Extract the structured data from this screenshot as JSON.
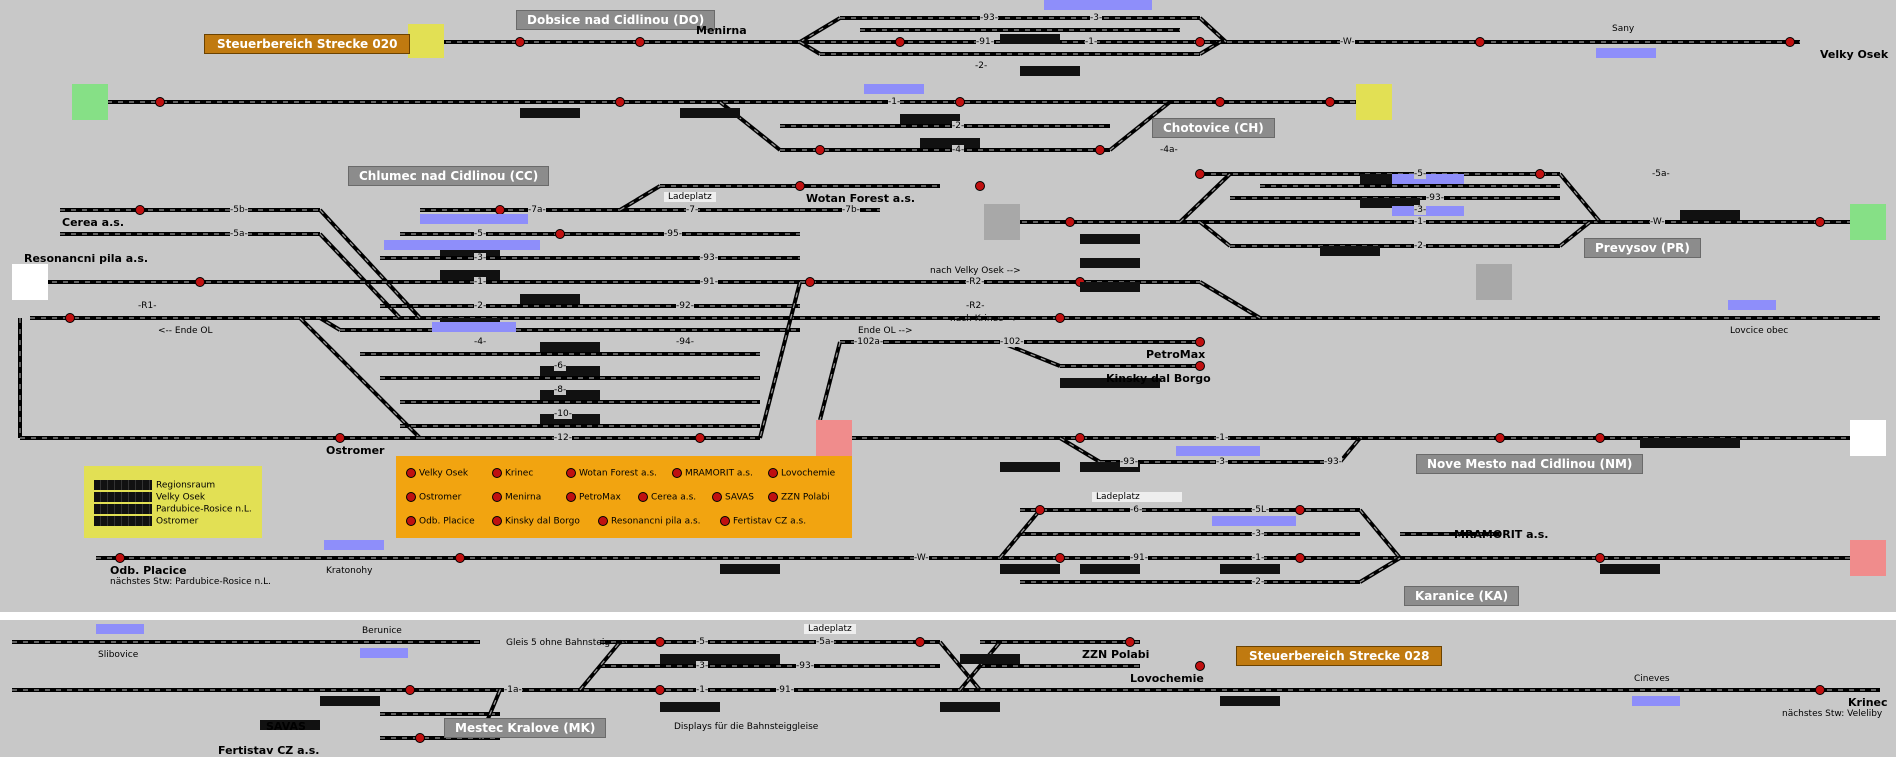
{
  "colors": {
    "background": "#c8c8c8",
    "track": "#000000",
    "signal": "#c01010",
    "block": "#8e8efa",
    "occupied": "#f08c8c",
    "station_box": "#8c8c8c",
    "area_box": "#c07a10",
    "legend": "#e2e054",
    "orange": "#f2a410"
  },
  "areas": {
    "a020": "Steuerbereich Strecke 020",
    "a028": "Steuerbereich Strecke 028"
  },
  "stations": {
    "do": "Dobsice nad Cidlinou (DO)",
    "ch": "Chotovice (CH)",
    "cc": "Chlumec nad Cidlinou (CC)",
    "pr": "Prevysov (PR)",
    "nm": "Nove Mesto nad Cidlinou (NM)",
    "ka": "Karanice (KA)",
    "mk": "Mestec Kralove (MK)"
  },
  "places": {
    "menirna": "Menirna",
    "velky_osek": "Velky Osek",
    "sany": "Sany",
    "cerea": "Cerea a.s.",
    "resonancni": "Resonancni pila a.s.",
    "wotan": "Wotan Forest a.s.",
    "ladeplatz1": "Ladeplatz",
    "ladeplatz2": "Ladeplatz",
    "ladeplatz3": "Ladeplatz",
    "petromax": "PetroMax",
    "kinsky": "Kinsky dal Borgo",
    "ostromer": "Ostromer",
    "mramorit": "MRAMORIT a.s.",
    "odb_placice": "Odb. Placice",
    "next_pardubice": "nächstes Stw: Pardubice-Rosice n.L.",
    "kratonohy": "Kratonohy",
    "lovcice": "Lovcice obec",
    "zzn": "ZZN Polabi",
    "lovochemie": "Lovochemie",
    "savas": "SAVAS",
    "fertistav": "Fertistav CZ a.s.",
    "krinec": "Krinec",
    "next_veleliby": "nächstes Stw: Veleliby",
    "cineves": "Cineves",
    "slibovice": "Slibovice",
    "berunice": "Berunice"
  },
  "notes": {
    "ende_ol_left": "<-- Ende OL",
    "ende_ol_right": "Ende OL -->",
    "nach_velky": "nach Velky Osek -->",
    "nach_krinec": "nach Krinec -->",
    "gleis5": "Gleis 5 ohne Bahnsteig -->",
    "displays": "Displays für die Bahnsteiggleise"
  },
  "legend": [
    "Regionsraum",
    "Velky Osek",
    "Pardubice-Rosice n.L.",
    "Ostromer"
  ],
  "orange_list": [
    "Velky Osek",
    "Krinec",
    "Wotan Forest a.s.",
    "MRAMORIT a.s.",
    "Lovochemie",
    "Ostromer",
    "Menirna",
    "PetroMax",
    "Cerea a.s.",
    "SAVAS",
    "ZZN Polabi",
    "Odb. Placice",
    "Kinsky dal Borgo",
    "Resonancni pila a.s.",
    "Fertistav CZ a.s."
  ],
  "track_labels": {
    "t1": "-93-",
    "t2": "-3-",
    "t3": "-91-",
    "t4": "-1-",
    "t5": "-2-",
    "t6": "-W-",
    "t7": "-1-",
    "t8": "-2-",
    "t9": "-4-",
    "t10": "-4a-",
    "t11": "-7a-",
    "t12": "-7-",
    "t13": "-7b-",
    "t14": "-5b-",
    "t15": "-5a-",
    "t16": "-95-",
    "t17": "-5-",
    "t18": "-93-",
    "t19": "-3-",
    "t20": "-91-",
    "t21": "-1-",
    "t22": "-92-",
    "t23": "-R1-",
    "t24": "-R2-",
    "t25": "-R2-",
    "t26": "-2-",
    "t27": "-94-",
    "t28": "-4-",
    "t29": "-6-",
    "t30": "-8-",
    "t31": "-10-",
    "t32": "-12-",
    "t33": "-102a-",
    "t34": "-102-",
    "t35": "-5a-",
    "t36": "-5-",
    "t37": "-93-",
    "t38": "-3-",
    "t39": "-1-",
    "t40": "-2-",
    "t41": "-W-",
    "t42": "-1-",
    "t43": "-93-",
    "t44": "-3-",
    "t45": "-93-",
    "t46": "-5L-",
    "t47": "-6-",
    "t48": "-3-",
    "t49": "-91-",
    "t50": "-1-",
    "t51": "-2-",
    "t52": "-W-",
    "t53": "-5-",
    "t54": "-3-",
    "t55": "-1-",
    "t56": "-5a-",
    "t57": "-93-",
    "t58": "-91-",
    "t59": "-1a-"
  },
  "arrows": {
    "l": "<<",
    "r": ">>"
  }
}
